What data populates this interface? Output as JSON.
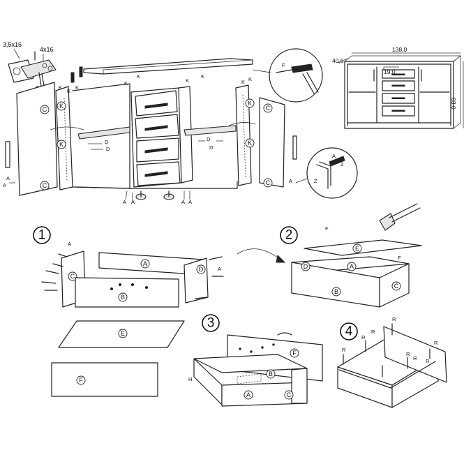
{
  "hardware": {
    "screw_a": "3,5x16",
    "screw_b": "4x16"
  },
  "dimensions": {
    "depth": "40,5",
    "width": "138,0",
    "height": "83,0",
    "drawer": "19,0"
  },
  "part_labels": {
    "A": "A",
    "B": "B",
    "C": "C",
    "D": "D",
    "E": "E",
    "F": "F",
    "H": "H",
    "K": "K",
    "R": "R",
    "Z": "Z"
  },
  "steps": [
    "1",
    "2",
    "3",
    "4"
  ]
}
